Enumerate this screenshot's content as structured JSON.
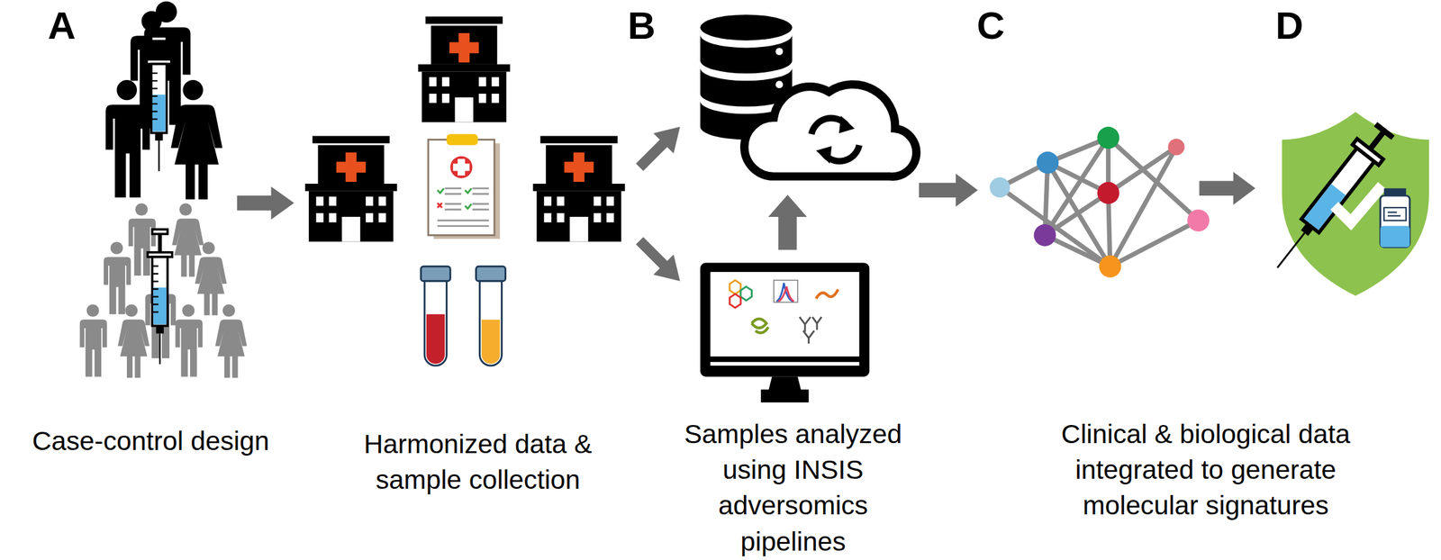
{
  "diagram": {
    "labels": [
      "A",
      "B",
      "C",
      "D",
      "Case-control design",
      "Harmonized data & sample collection",
      "Samples analyzed using INSIS adversomics pipelines",
      "Clinical & biological data integrated to generate molecular signatures"
    ]
  }
}
